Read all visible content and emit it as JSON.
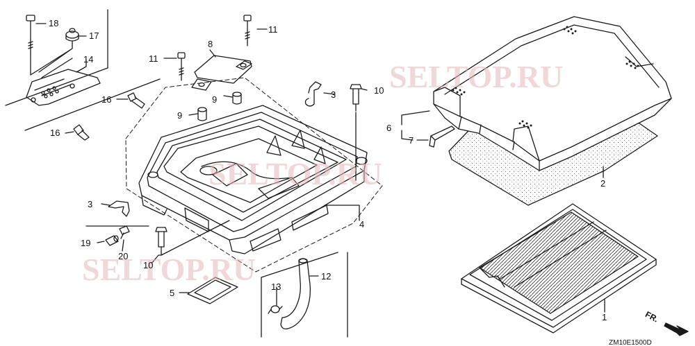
{
  "diagram": {
    "watermark": "SELTOP.RU",
    "direction_mark": "FR.",
    "diagram_code": "ZM10E1500D",
    "colors": {
      "line": "#1a1a1a",
      "watermark": "#e7b9b9",
      "filter": "#f2f2f2"
    },
    "callouts": {
      "c1": "1",
      "c2": "2",
      "c3a": "3",
      "c3b": "3",
      "c4": "4",
      "c5": "5",
      "c6": "6",
      "c7": "7",
      "c8": "8",
      "c9a": "9",
      "c9b": "9",
      "c10a": "10",
      "c10b": "10",
      "c11a": "11",
      "c11b": "11",
      "c12": "12",
      "c13": "13",
      "c14": "14",
      "c16a": "16",
      "c16b": "16",
      "c17": "17",
      "c18": "18",
      "c19": "19",
      "c20": "20"
    }
  }
}
